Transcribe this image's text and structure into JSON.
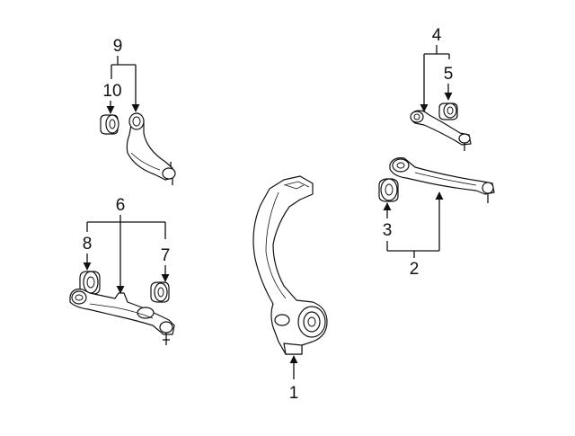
{
  "callouts": [
    {
      "id": "label-1",
      "text": "1"
    },
    {
      "id": "label-2",
      "text": "2"
    },
    {
      "id": "label-3",
      "text": "3"
    },
    {
      "id": "label-4",
      "text": "4"
    },
    {
      "id": "label-5",
      "text": "5"
    },
    {
      "id": "label-6",
      "text": "6"
    },
    {
      "id": "label-7",
      "text": "7"
    },
    {
      "id": "label-8",
      "text": "8"
    },
    {
      "id": "label-9",
      "text": "9"
    },
    {
      "id": "label-10",
      "text": "10"
    }
  ],
  "colors": {
    "line": "#111111",
    "background": "#ffffff"
  }
}
